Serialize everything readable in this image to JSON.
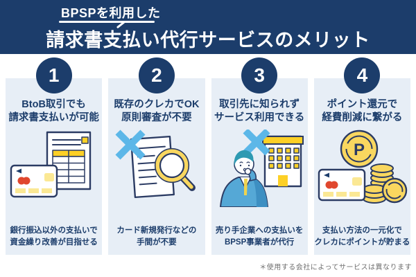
{
  "header": {
    "tagline": "BPSPを利用した",
    "title": "請求書支払い代行サービスのメリット"
  },
  "cards": [
    {
      "number": "1",
      "title_line1": "BtoB取引でも",
      "title_line2": "請求書支払いが可能",
      "caption_line1": "銀行振込以外の支払いで",
      "caption_line2": "資金繰り改善が目指せる",
      "illustration": "invoice-and-credit-card"
    },
    {
      "number": "2",
      "title_line1": "既存のクレカでOK",
      "title_line2": "原則審査が不要",
      "caption_line1": "カード新規発行などの",
      "caption_line2": "手間が不要",
      "illustration": "document-magnifier-cross"
    },
    {
      "number": "3",
      "title_line1": "取引先に知られず",
      "title_line2": "サービス利用できる",
      "caption_line1": "売り手企業への支払いを",
      "caption_line2": "BPSP事業者が代行",
      "illustration": "businessman-building-cross"
    },
    {
      "number": "4",
      "title_line1": "ポイント還元で",
      "title_line2": "経費削減に繋がる",
      "caption_line1": "支払い方法の一元化で",
      "caption_line2": "クレカにポイントが貯まる",
      "illustration": "point-coin-and-stacks"
    }
  ],
  "footnote": "＊使用する会社によってサービスは異なります",
  "colors": {
    "navy": "#1c3d6b",
    "outline": "#2b3b63",
    "card_bg": "#e7eef6",
    "accent_blue": "#5cb7e8",
    "yellow": "#fdd026",
    "pale_yellow": "#fbe894",
    "coin_yellow": "#f9d75f",
    "red": "#e0472e",
    "suit_blue": "#55a8d6",
    "hair_teal": "#2e9ab2",
    "tie_yellow": "#eed34f",
    "footnote_gray": "#6e6e6e"
  }
}
